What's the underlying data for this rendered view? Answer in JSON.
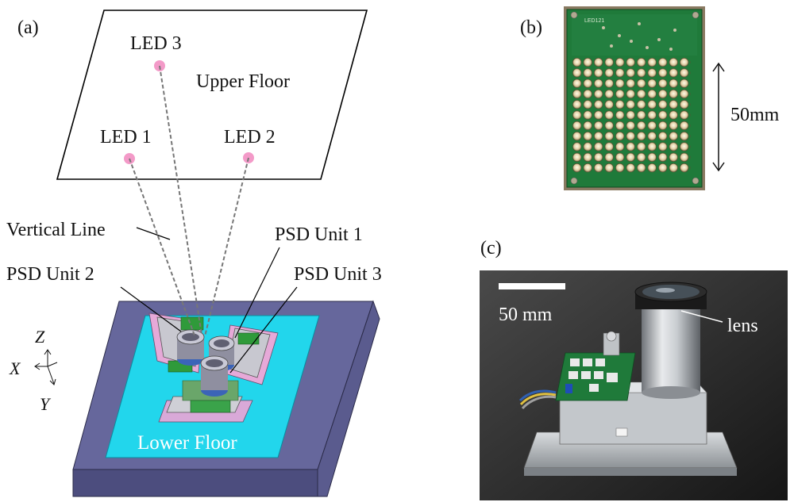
{
  "panels": {
    "a": {
      "letter": "(a)",
      "upper_floor": "Upper Floor",
      "lower_floor": "Lower Floor",
      "leds": [
        "LED 1",
        "LED 2",
        "LED 3"
      ],
      "vertical_line": "Vertical Line",
      "psd_units": [
        "PSD Unit 1",
        "PSD Unit 2",
        "PSD Unit 3"
      ],
      "axes": {
        "z": "Z",
        "x": "X",
        "y": "Y"
      }
    },
    "b": {
      "letter": "(b)",
      "board_text": "LED121",
      "scale_label": "50mm"
    },
    "c": {
      "letter": "(c)",
      "scale_label": "50 mm",
      "lens_label": "lens"
    }
  },
  "colors": {
    "led": "#f39ac8",
    "lower_floor": "#22d6ec",
    "base_block": "#66679c",
    "pcb_green": "#1f7a3a",
    "photo_bg": "#2b2b2b"
  }
}
